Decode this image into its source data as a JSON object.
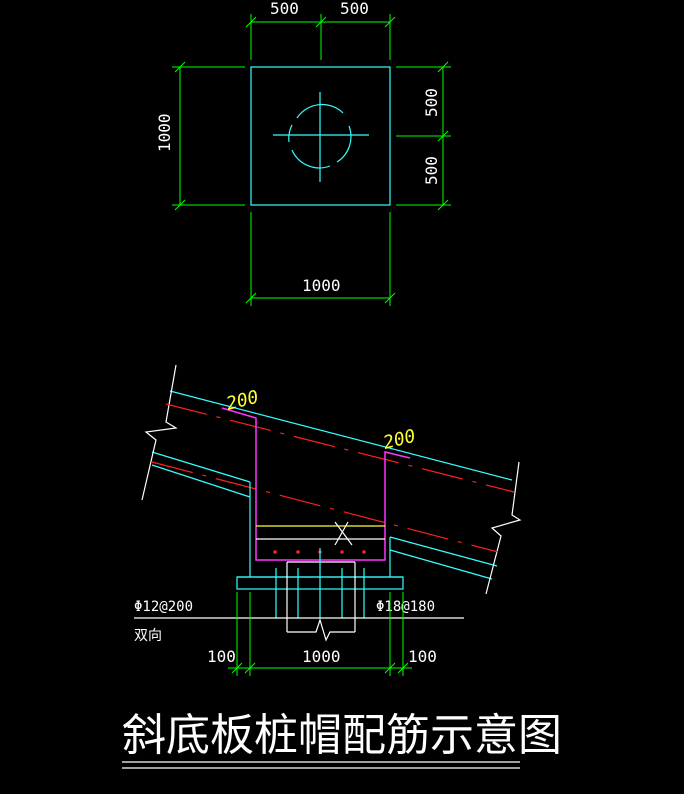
{
  "plan": {
    "dim_top_left": "500",
    "dim_top_right": "500",
    "dim_left": "1000",
    "dim_right_top": "500",
    "dim_right_bottom": "500",
    "dim_bottom": "1000"
  },
  "section": {
    "slope_label_left": "200",
    "slope_label_right": "200",
    "rebar_left": "Φ12@200",
    "rebar_left_sub": "双向",
    "rebar_right": "Φ18@180",
    "dim_left": "100",
    "dim_mid": "1000",
    "dim_right": "100"
  },
  "title": "斜底板桩帽配筋示意图",
  "colors": {
    "background": "#000000",
    "dimension": "#00ff00",
    "outline": "#33ffff",
    "rebar": "#ff33ff",
    "centerline": "#ff2020",
    "annotation": "#ffff33",
    "text": "#ffffff"
  }
}
